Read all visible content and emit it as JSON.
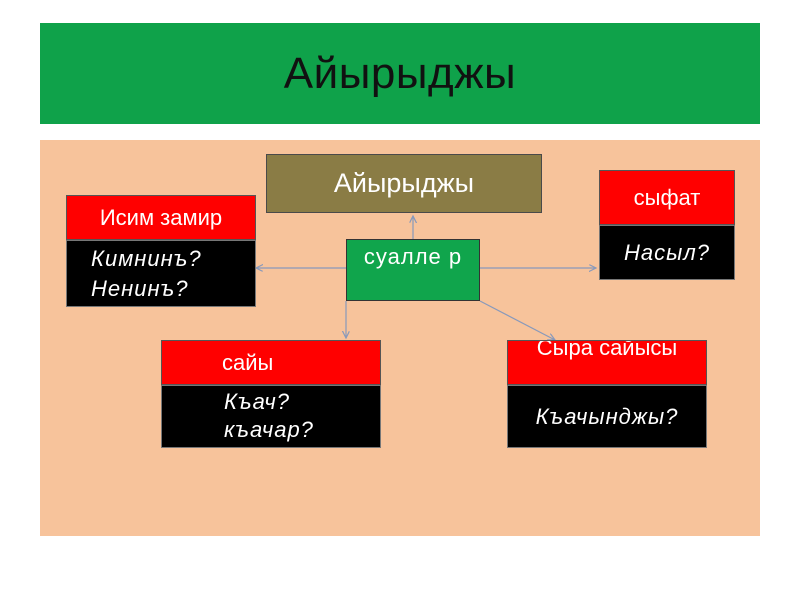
{
  "title": "Айырыджы",
  "center_box": "Айырыджы",
  "hub": "суалле р",
  "ism": {
    "head": "Исим замир",
    "q1": "Кимнинъ?",
    "q2": "Ненинъ?"
  },
  "sifat": {
    "head": "сыфат",
    "q": "Насыл?"
  },
  "sayi": {
    "head": "сайы",
    "q1": "Къач?",
    "q2": "къачар?"
  },
  "sira": {
    "head": "Сыра сайысы",
    "q": "Къачынджы?"
  },
  "colors": {
    "title_bg": "#0fa24a",
    "panel_bg": "#f7c39b",
    "olive": "#8a7c45",
    "red": "#ff0000",
    "black": "#000000"
  }
}
